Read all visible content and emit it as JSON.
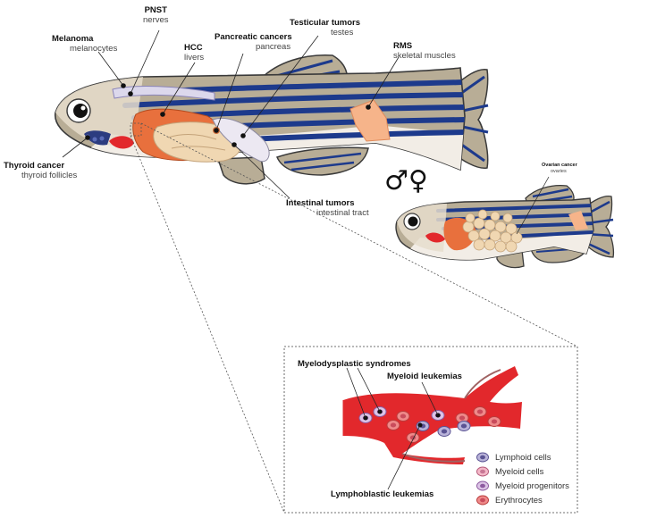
{
  "labels": {
    "pnst": {
      "title": "PNST",
      "sub": "nerves"
    },
    "melanoma": {
      "title": "Melanoma",
      "sub": "melanocytes"
    },
    "hcc": {
      "title": "HCC",
      "sub": "livers"
    },
    "pancreatic": {
      "title": "Pancreatic cancers",
      "sub": "pancreas"
    },
    "testicular": {
      "title": "Testicular tumors",
      "sub": "testes"
    },
    "rms": {
      "title": "RMS",
      "sub": "skeletal muscles"
    },
    "thyroid": {
      "title": "Thyroid cancer",
      "sub": "thyroid follicles"
    },
    "intestinal": {
      "title": "Intestinal tumors",
      "sub": "intestinal tract"
    },
    "ovarian": {
      "title": "Ovarian cancer",
      "sub": "ovaries"
    }
  },
  "sex_symbols": "♂♀",
  "inset": {
    "myelodysplastic": "Myelodysplastic syndromes",
    "myeloid_leukemias": "Myeloid leukemias",
    "lymphoblastic": "Lymphoblastic leukemias",
    "legend": [
      {
        "label": "Lymphoid cells",
        "fill": "#b9b3d9",
        "stroke": "#5a5393",
        "nucleus": "#5a5393"
      },
      {
        "label": "Myeloid cells",
        "fill": "#f4b8c8",
        "stroke": "#b55a7a",
        "nucleus": "#c97896"
      },
      {
        "label": "Myeloid progenitors",
        "fill": "#dcc4e6",
        "stroke": "#8d5aa0",
        "nucleus": "#8d5aa0"
      },
      {
        "label": "Erythrocytes",
        "fill": "#ef8a8a",
        "stroke": "#b93c3c",
        "nucleus": "#c94c5c"
      }
    ]
  },
  "colors": {
    "stripe": "#1d3a8c",
    "body": "#b8ad96",
    "liver": "#e8703d",
    "blood": "#e2282c"
  }
}
